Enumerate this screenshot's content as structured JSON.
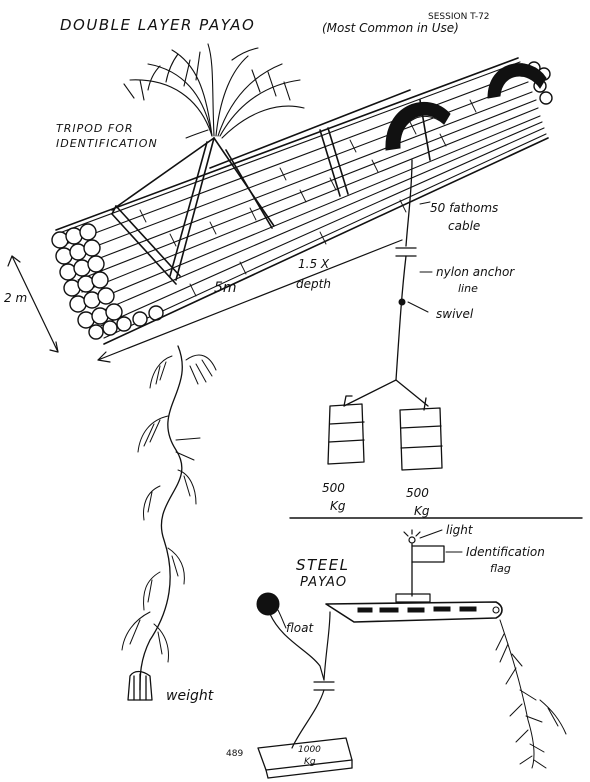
{
  "title": "DOUBLE LAYER PAYAO",
  "title_note": "(Most Common in Use)",
  "session": "SESSION T-72",
  "labels": {
    "tripod": "TRIPOD FOR",
    "tripod_2": "IDENTIFICATION",
    "cable": "50 fathoms",
    "cable_2": "cable",
    "depth": "1.5 X",
    "depth_2": "depth",
    "anchor_line": "nylon anchor",
    "anchor_line_2": "line",
    "swivel": "swivel",
    "length": "5m",
    "width": "2 m",
    "weight_left": "500",
    "weight_left_unit": "Kg",
    "weight_right": "500",
    "weight_right_unit": "Kg",
    "bottom_weight": "weight"
  },
  "steel": {
    "title": "STEEL",
    "title_2": "PAYAO",
    "light": "light",
    "flag": "Identification",
    "flag_2": "flag",
    "float": "float",
    "anchor": "1000",
    "anchor_unit": "Kg"
  },
  "page_number": "489"
}
